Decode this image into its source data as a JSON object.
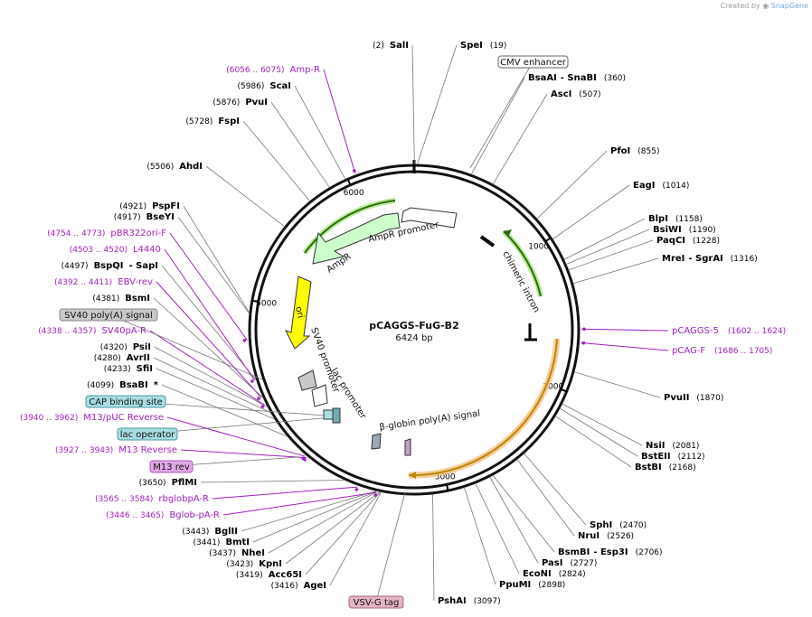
{
  "branding": {
    "created_by": "Created by",
    "app": "SnapGene"
  },
  "plasmid": {
    "name": "pCAGGS-FuG-B2",
    "length": "6424 bp"
  },
  "ticks": [
    "1000",
    "2000",
    "3000",
    "5000",
    "6000"
  ],
  "sites": [
    {
      "pos": "(2)",
      "name": "SalI"
    },
    {
      "pos": "(19)",
      "name": "SpeI"
    },
    {
      "pos": "(360)",
      "name": "BsaAI",
      "suffix": "- SnaBI"
    },
    {
      "pos": "(507)",
      "name": "AscI"
    },
    {
      "pos": "(855)",
      "name": "PfoI"
    },
    {
      "pos": "(1014)",
      "name": "EagI"
    },
    {
      "pos": "(1158)",
      "name": "BlpI"
    },
    {
      "pos": "(1190)",
      "name": "BsiWI"
    },
    {
      "pos": "(1228)",
      "name": "PaqCI"
    },
    {
      "pos": "(1316)",
      "name": "MreI",
      "suffix": "- SgrAI"
    },
    {
      "pos": "(1870)",
      "name": "PvuII"
    },
    {
      "pos": "(2081)",
      "name": "NsiI"
    },
    {
      "pos": "(2112)",
      "name": "BstEII"
    },
    {
      "pos": "(2168)",
      "name": "BstBI"
    },
    {
      "pos": "(2470)",
      "name": "SphI"
    },
    {
      "pos": "(2526)",
      "name": "NruI"
    },
    {
      "pos": "(2706)",
      "name": "BsmBI",
      "suffix": "- Esp3I"
    },
    {
      "pos": "(2727)",
      "name": "PasI"
    },
    {
      "pos": "(2824)",
      "name": "EcoNI"
    },
    {
      "pos": "(2898)",
      "name": "PpuMI"
    },
    {
      "pos": "(3097)",
      "name": "PshAI"
    },
    {
      "pos": "(3416)",
      "name": "AgeI"
    },
    {
      "pos": "(3419)",
      "name": "Acc65I"
    },
    {
      "pos": "(3423)",
      "name": "KpnI"
    },
    {
      "pos": "(3437)",
      "name": "NheI"
    },
    {
      "pos": "(3441)",
      "name": "BmtI"
    },
    {
      "pos": "(3443)",
      "name": "BglII"
    },
    {
      "pos": "(3650)",
      "name": "PflMI"
    },
    {
      "pos": "(4099)",
      "name": "BsaBI",
      "suffix": "*"
    },
    {
      "pos": "(4233)",
      "name": "SfiI"
    },
    {
      "pos": "(4280)",
      "name": "AvrII"
    },
    {
      "pos": "(4320)",
      "name": "PsiI"
    },
    {
      "pos": "(4381)",
      "name": "BsmI"
    },
    {
      "pos": "(4497)",
      "name": "BspQI",
      "suffix": "- SapI"
    },
    {
      "pos": "(4917)",
      "name": "BseYI"
    },
    {
      "pos": "(4921)",
      "name": "PspFI"
    },
    {
      "pos": "(5506)",
      "name": "AhdI"
    },
    {
      "pos": "(5728)",
      "name": "FspI"
    },
    {
      "pos": "(5876)",
      "name": "PvuI"
    },
    {
      "pos": "(5986)",
      "name": "ScaI"
    }
  ],
  "primers": [
    {
      "range": "(6056 .. 6075)",
      "name": "Amp-R"
    },
    {
      "range": "(4754 .. 4773)",
      "name": "pBR322ori-F"
    },
    {
      "range": "(4503 .. 4520)",
      "name": "L4440"
    },
    {
      "range": "(4392 .. 4411)",
      "name": "EBV-rev"
    },
    {
      "range": "(4338 .. 4357)",
      "name": "SV40pA-R"
    },
    {
      "range": "(3940 .. 3962)",
      "name": "M13/pUC Reverse"
    },
    {
      "range": "(3927 .. 3943)",
      "name": "M13 Reverse"
    },
    {
      "range": "(3565 .. 3584)",
      "name": "rbglobpA-R"
    },
    {
      "range": "(3446 .. 3465)",
      "name": "Bglob-pA-R"
    },
    {
      "range": "(1602 .. 1624)",
      "name": "pCAGGS-5"
    },
    {
      "range": "(1686 .. 1705)",
      "name": "pCAG-F"
    }
  ],
  "boxed_features": {
    "cmv_enhancer": "CMV enhancer",
    "sv40_polya": "SV40 poly(A) signal",
    "cap_binding": "CAP binding site",
    "lac_operator": "lac operator",
    "m13_rev": "M13 rev",
    "vsvg_tag": "VSV-G tag"
  },
  "ring_features": {
    "ampr_promoter": "AmpR promoter",
    "ampr": "AmpR",
    "ori": "ori",
    "chimeric_intron": "chimeric intron",
    "sv40_promoter": "SV40 promoter",
    "lac_promoter": "lac promoter",
    "beta_globin": "β-globin poly(A) signal"
  },
  "colors": {
    "primer": "#a020c0",
    "ampr": "#ccffcc",
    "ori": "#ffff00",
    "intron_glow": "#9be36b",
    "cds_glow": "#f4c27a",
    "grey_box": "#c8c8c8",
    "cyan_box": "#a8dde3",
    "pink_box": "#e0a8e6",
    "vsvg_box": "#e4b4c4"
  }
}
